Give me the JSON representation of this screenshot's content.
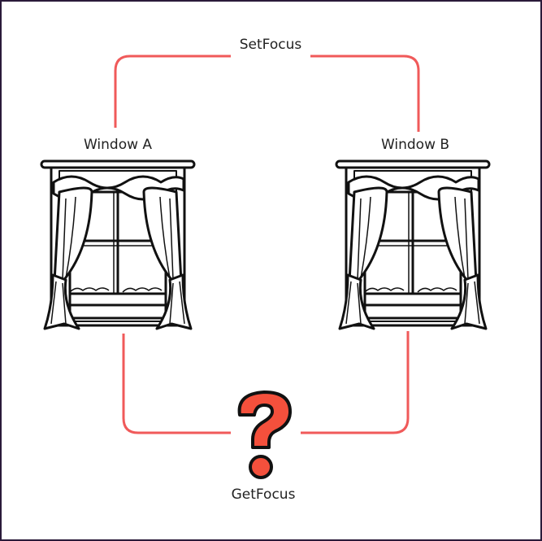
{
  "diagram": {
    "top_label": "SetFocus",
    "bottom_label": "GetFocus",
    "window_a": {
      "label": "Window A",
      "icon": "window-with-curtains-icon"
    },
    "window_b": {
      "label": "Window B",
      "icon": "window-with-curtains-icon"
    },
    "center_icon": "question-mark-icon",
    "colors": {
      "connector": "#f05a5a",
      "question": "#f4503c",
      "outline": "#111111"
    }
  }
}
